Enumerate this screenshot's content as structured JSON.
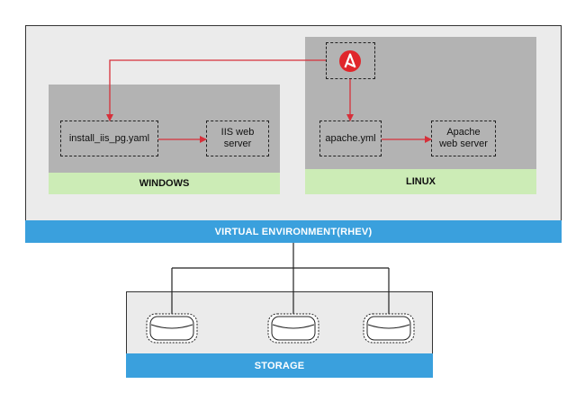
{
  "virtual_environment": {
    "label": "VIRTUAL ENVIRONMENT(RHEV)"
  },
  "windows": {
    "label": "WINDOWS",
    "playbook": "install_iis_pg.yaml",
    "server_line1": "IIS web",
    "server_line2": "server"
  },
  "linux": {
    "label": "LINUX",
    "playbook": "apache.yml",
    "server_line1": "Apache",
    "server_line2": "web server"
  },
  "controller": {
    "logo_letter": "A",
    "icon": "ansible-logo-icon",
    "color": "#e0262b"
  },
  "storage": {
    "label": "STORAGE",
    "disk_count": 3
  },
  "colors": {
    "blue": "#3aa0dd",
    "green": "#ccecb6",
    "gray": "#b3b3b3",
    "arrow": "#d6303a"
  }
}
